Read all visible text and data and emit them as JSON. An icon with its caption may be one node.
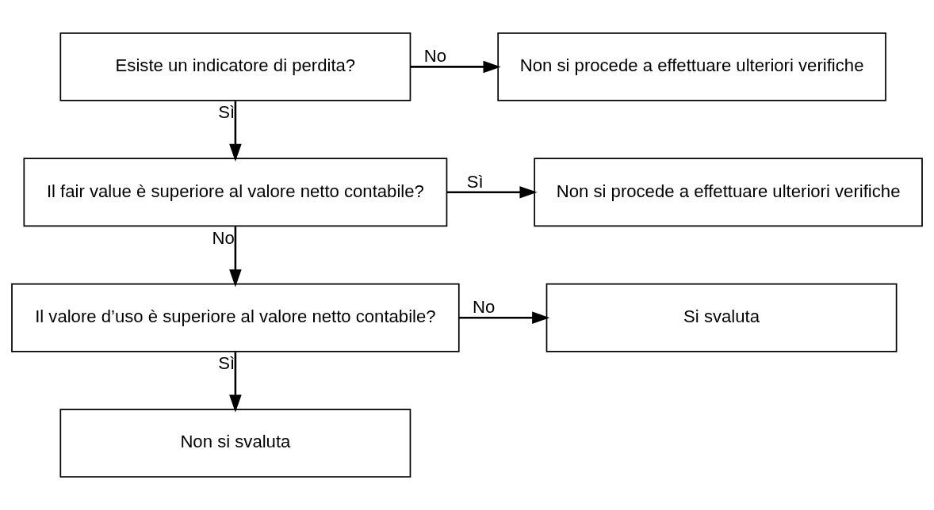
{
  "diagram": {
    "nodes": [
      {
        "text": [
          "Esiste un indicatore di perdita?"
        ]
      },
      {
        "text": [
          "Non si procede a effettuare ulteriori verifiche"
        ]
      },
      {
        "text": [
          "Il fair value è superiore al valore netto contabile?"
        ]
      },
      {
        "text": [
          "Non si procede a effettuare ulteriori verifiche"
        ]
      },
      {
        "text": [
          "Il valore d’uso è superiore al valore netto contabile?"
        ]
      },
      {
        "text": [
          "Si svaluta"
        ]
      },
      {
        "text": [
          "Non si svaluta"
        ]
      }
    ],
    "edges": [
      {
        "from": 0,
        "to": 1,
        "arrow": "to",
        "label": "No"
      },
      {
        "from": 0,
        "to": 2,
        "arrow": "to",
        "label": "Sì"
      },
      {
        "from": 2,
        "to": 3,
        "arrow": "to",
        "label": "Sì"
      },
      {
        "from": 2,
        "to": 4,
        "arrow": "to",
        "label": "No"
      },
      {
        "from": 4,
        "to": 5,
        "arrow": "to",
        "label": "No"
      },
      {
        "from": 4,
        "to": 6,
        "arrow": "to",
        "label": "Sì"
      }
    ]
  }
}
